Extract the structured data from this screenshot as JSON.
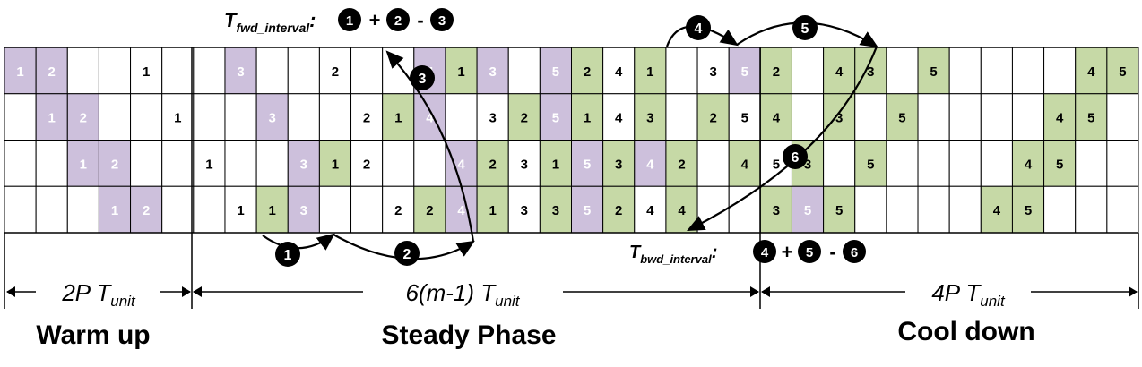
{
  "colors": {
    "forward": "#c6d9a6",
    "backward": "#cdc0dc",
    "idle": "#ffffff",
    "marker": "#000000"
  },
  "formulas": {
    "fwd": {
      "T": "T",
      "sub": "fwd_interval",
      "colon": ":",
      "terms": [
        "1",
        "2",
        "3"
      ],
      "ops": [
        "+",
        "-"
      ]
    },
    "bwd": {
      "T": "T",
      "sub": "bwd_interval",
      "colon": ":",
      "terms": [
        "4",
        "5",
        "6"
      ],
      "ops": [
        "+",
        "-"
      ]
    }
  },
  "markers": [
    "1",
    "2",
    "3",
    "4",
    "5",
    "6"
  ],
  "phases": [
    {
      "span": "2P T",
      "sub": "unit",
      "title": "Warm up"
    },
    {
      "span": "6(m-1) T",
      "sub": "unit",
      "title": "Steady Phase"
    },
    {
      "span": "4P T",
      "sub": "unit",
      "title": "Cool down"
    }
  ],
  "rows": [
    [
      [
        "b",
        "1"
      ],
      [
        "b",
        "2"
      ],
      [
        "i",
        ""
      ],
      [
        "i",
        ""
      ],
      [
        "i",
        "1"
      ],
      [
        "i",
        ""
      ],
      [
        "i",
        ""
      ],
      [
        "b",
        "3"
      ],
      [
        "i",
        ""
      ],
      [
        "i",
        ""
      ],
      [
        "i",
        "2"
      ],
      [
        "i",
        ""
      ],
      [
        "i",
        ""
      ],
      [
        "b",
        "4"
      ],
      [
        "f",
        "1"
      ],
      [
        "b",
        "3"
      ],
      [
        "i",
        ""
      ],
      [
        "b",
        "5"
      ],
      [
        "f",
        "2"
      ],
      [
        "i",
        "4"
      ],
      [
        "f",
        "1"
      ],
      [
        "i",
        ""
      ],
      [
        "i",
        "3"
      ],
      [
        "b",
        "5"
      ],
      [
        "f",
        "2"
      ],
      [
        "i",
        ""
      ],
      [
        "f",
        "4"
      ],
      [
        "f",
        "3"
      ],
      [
        "i",
        ""
      ],
      [
        "f",
        "5"
      ],
      [
        "i",
        ""
      ],
      [
        "i",
        ""
      ],
      [
        "i",
        ""
      ],
      [
        "i",
        ""
      ],
      [
        "f",
        "4"
      ],
      [
        "f",
        "5"
      ]
    ],
    [
      [
        "i",
        ""
      ],
      [
        "b",
        "1"
      ],
      [
        "b",
        "2"
      ],
      [
        "i",
        ""
      ],
      [
        "i",
        ""
      ],
      [
        "i",
        "1"
      ],
      [
        "i",
        ""
      ],
      [
        "i",
        ""
      ],
      [
        "b",
        "3"
      ],
      [
        "i",
        ""
      ],
      [
        "i",
        ""
      ],
      [
        "i",
        "2"
      ],
      [
        "f",
        "1"
      ],
      [
        "b",
        "4"
      ],
      [
        "i",
        ""
      ],
      [
        "i",
        "3"
      ],
      [
        "f",
        "2"
      ],
      [
        "b",
        "5"
      ],
      [
        "f",
        "1"
      ],
      [
        "i",
        "4"
      ],
      [
        "f",
        "3"
      ],
      [
        "i",
        ""
      ],
      [
        "f",
        "2"
      ],
      [
        "i",
        "5"
      ],
      [
        "f",
        "4"
      ],
      [
        "i",
        ""
      ],
      [
        "f",
        "3"
      ],
      [
        "i",
        ""
      ],
      [
        "f",
        "5"
      ],
      [
        "i",
        ""
      ],
      [
        "i",
        ""
      ],
      [
        "i",
        ""
      ],
      [
        "i",
        ""
      ],
      [
        "f",
        "4"
      ],
      [
        "f",
        "5"
      ],
      [
        "i",
        ""
      ]
    ],
    [
      [
        "i",
        ""
      ],
      [
        "i",
        ""
      ],
      [
        "b",
        "1"
      ],
      [
        "b",
        "2"
      ],
      [
        "i",
        ""
      ],
      [
        "i",
        ""
      ],
      [
        "i",
        "1"
      ],
      [
        "i",
        ""
      ],
      [
        "i",
        ""
      ],
      [
        "b",
        "3"
      ],
      [
        "f",
        "1"
      ],
      [
        "i",
        "2"
      ],
      [
        "i",
        ""
      ],
      [
        "i",
        ""
      ],
      [
        "b",
        "4"
      ],
      [
        "f",
        "2"
      ],
      [
        "i",
        "3"
      ],
      [
        "f",
        "1"
      ],
      [
        "b",
        "5"
      ],
      [
        "f",
        "3"
      ],
      [
        "b",
        "4"
      ],
      [
        "f",
        "2"
      ],
      [
        "i",
        ""
      ],
      [
        "f",
        "4"
      ],
      [
        "i",
        "5"
      ],
      [
        "f",
        "3"
      ],
      [
        "i",
        ""
      ],
      [
        "f",
        "5"
      ],
      [
        "i",
        ""
      ],
      [
        "i",
        ""
      ],
      [
        "i",
        ""
      ],
      [
        "i",
        ""
      ],
      [
        "f",
        "4"
      ],
      [
        "f",
        "5"
      ],
      [
        "i",
        ""
      ],
      [
        "i",
        ""
      ]
    ],
    [
      [
        "i",
        ""
      ],
      [
        "i",
        ""
      ],
      [
        "i",
        ""
      ],
      [
        "b",
        "1"
      ],
      [
        "b",
        "2"
      ],
      [
        "i",
        ""
      ],
      [
        "i",
        ""
      ],
      [
        "i",
        "1"
      ],
      [
        "f",
        "1"
      ],
      [
        "b",
        "3"
      ],
      [
        "i",
        ""
      ],
      [
        "i",
        ""
      ],
      [
        "i",
        "2"
      ],
      [
        "f",
        "2"
      ],
      [
        "b",
        "4"
      ],
      [
        "f",
        "1"
      ],
      [
        "i",
        "3"
      ],
      [
        "f",
        "3"
      ],
      [
        "b",
        "5"
      ],
      [
        "f",
        "2"
      ],
      [
        "i",
        "4"
      ],
      [
        "f",
        "4"
      ],
      [
        "i",
        ""
      ],
      [
        "i",
        ""
      ],
      [
        "f",
        "3"
      ],
      [
        "b",
        "5"
      ],
      [
        "f",
        "5"
      ],
      [
        "i",
        ""
      ],
      [
        "i",
        ""
      ],
      [
        "i",
        ""
      ],
      [
        "i",
        ""
      ],
      [
        "f",
        "4"
      ],
      [
        "f",
        "5"
      ],
      [
        "i",
        ""
      ],
      [
        "i",
        ""
      ],
      [
        "i",
        ""
      ]
    ]
  ]
}
